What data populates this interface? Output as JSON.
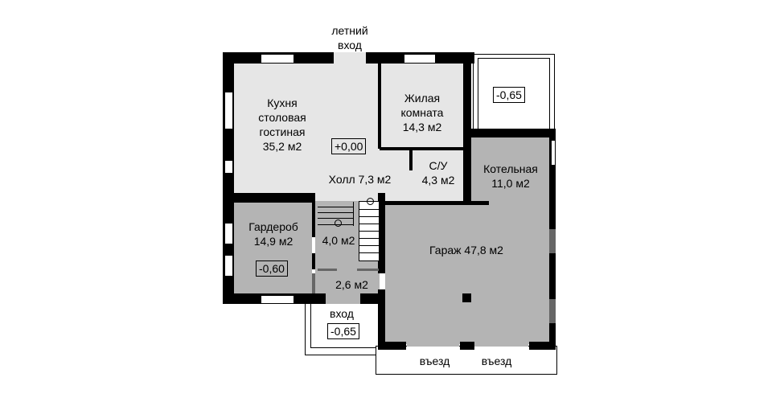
{
  "rooms": {
    "kitchen": {
      "name": "Кухня\nстоловая\nгостиная",
      "line1": "Кухня",
      "line2": "столовая",
      "line3": "гостиная",
      "area": "35,2 м2",
      "level": "+0,00"
    },
    "living": {
      "line1": "Жилая",
      "line2": "комната",
      "area": "14,3 м2"
    },
    "hall": {
      "label": "Холл  7,3 м2"
    },
    "bathroom": {
      "name": "С/У",
      "area": "4,3 м2"
    },
    "boiler": {
      "name": "Котельная",
      "area": "11,0 м2"
    },
    "wardrobe": {
      "name": "Гардероб",
      "area": "14,9 м2",
      "level": "-0,60"
    },
    "stair": {
      "area": "4,0 м2"
    },
    "vestibule": {
      "area": "2,6 м2"
    },
    "garage": {
      "label": "Гараж   47,8 м2"
    }
  },
  "outside": {
    "summer_entry_line1": "летний",
    "summer_entry_line2": "вход",
    "terrace_level": "-0,65",
    "entry": "вход",
    "entry_level": "-0,65",
    "driveway1": "въезд",
    "driveway2": "въезд"
  }
}
